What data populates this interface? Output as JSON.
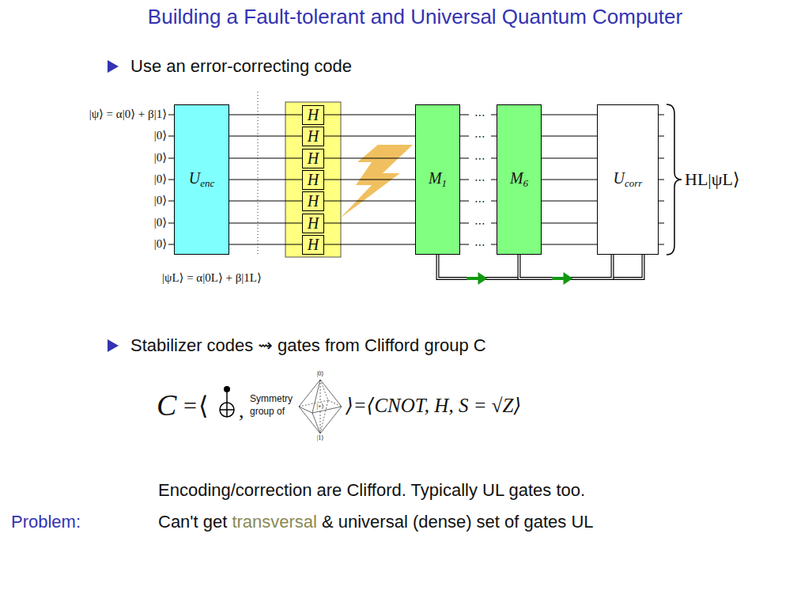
{
  "diagram": {
    "title": "Building a Fault-tolerant and Universal Quantum Computer",
    "nodes": [
      {
        "text": [
          "U",
          "enc"
        ]
      },
      {
        "text": [
          "H"
        ]
      },
      {
        "text": [
          "H"
        ]
      },
      {
        "text": [
          "H"
        ]
      },
      {
        "text": [
          "H"
        ]
      },
      {
        "text": [
          "H"
        ]
      },
      {
        "text": [
          "H"
        ]
      },
      {
        "text": [
          "H"
        ]
      },
      {
        "text": [
          "M",
          "1"
        ]
      },
      {
        "text": [
          "M",
          "6"
        ]
      },
      {
        "text": [
          "U",
          "corr"
        ]
      }
    ],
    "edges": [
      {
        "from": 0,
        "to": 1,
        "arrow": "none"
      },
      {
        "from": 0,
        "to": 2,
        "arrow": "none"
      },
      {
        "from": 0,
        "to": 3,
        "arrow": "none"
      },
      {
        "from": 0,
        "to": 4,
        "arrow": "none"
      },
      {
        "from": 0,
        "to": 5,
        "arrow": "none"
      },
      {
        "from": 0,
        "to": 6,
        "arrow": "none"
      },
      {
        "from": 0,
        "to": 7,
        "arrow": "none"
      },
      {
        "from": 1,
        "to": 8,
        "arrow": "none"
      },
      {
        "from": 2,
        "to": 8,
        "arrow": "none"
      },
      {
        "from": 3,
        "to": 8,
        "arrow": "none"
      },
      {
        "from": 4,
        "to": 8,
        "arrow": "none"
      },
      {
        "from": 5,
        "to": 8,
        "arrow": "none"
      },
      {
        "from": 6,
        "to": 8,
        "arrow": "none"
      },
      {
        "from": 7,
        "to": 8,
        "arrow": "none"
      },
      {
        "from": 9,
        "to": 10,
        "arrow": "none"
      },
      {
        "from": 9,
        "to": 10,
        "arrow": "none"
      },
      {
        "from": 9,
        "to": 10,
        "arrow": "none"
      },
      {
        "from": 9,
        "to": 10,
        "arrow": "none"
      },
      {
        "from": 9,
        "to": 10,
        "arrow": "none"
      },
      {
        "from": 9,
        "to": 10,
        "arrow": "none"
      },
      {
        "from": 9,
        "to": 10,
        "arrow": "none"
      },
      {
        "from": 8,
        "to": 10,
        "arrow": "to"
      },
      {
        "from": 9,
        "to": 10,
        "arrow": "to"
      }
    ],
    "labels": [
      "|ψ⟩ = α|0⟩ + β|1⟩",
      "|0⟩",
      "|0⟩",
      "|0⟩",
      "|0⟩",
      "|0⟩",
      "|0⟩",
      "|ψL⟩ = α|0L⟩ + β|1L⟩",
      "⋯",
      "⋯",
      "⋯",
      "⋯",
      "⋯",
      "⋯",
      "⋯",
      "HL|ψL⟩",
      "Use an error-correcting code",
      "Stabilizer codes ⇝ gates from Clifford group C",
      "C",
      "=",
      "⟨",
      ",",
      "Symmetry",
      "group of",
      "|0⟩",
      "|+⟩",
      "|1⟩",
      "⟩=⟨CNOT, H, S = √Z⟩",
      "Encoding/correction are Clifford. Typically UL gates too.",
      "Problem:",
      "Can't get",
      "transversal",
      "& universal (dense) set of gates UL"
    ]
  }
}
